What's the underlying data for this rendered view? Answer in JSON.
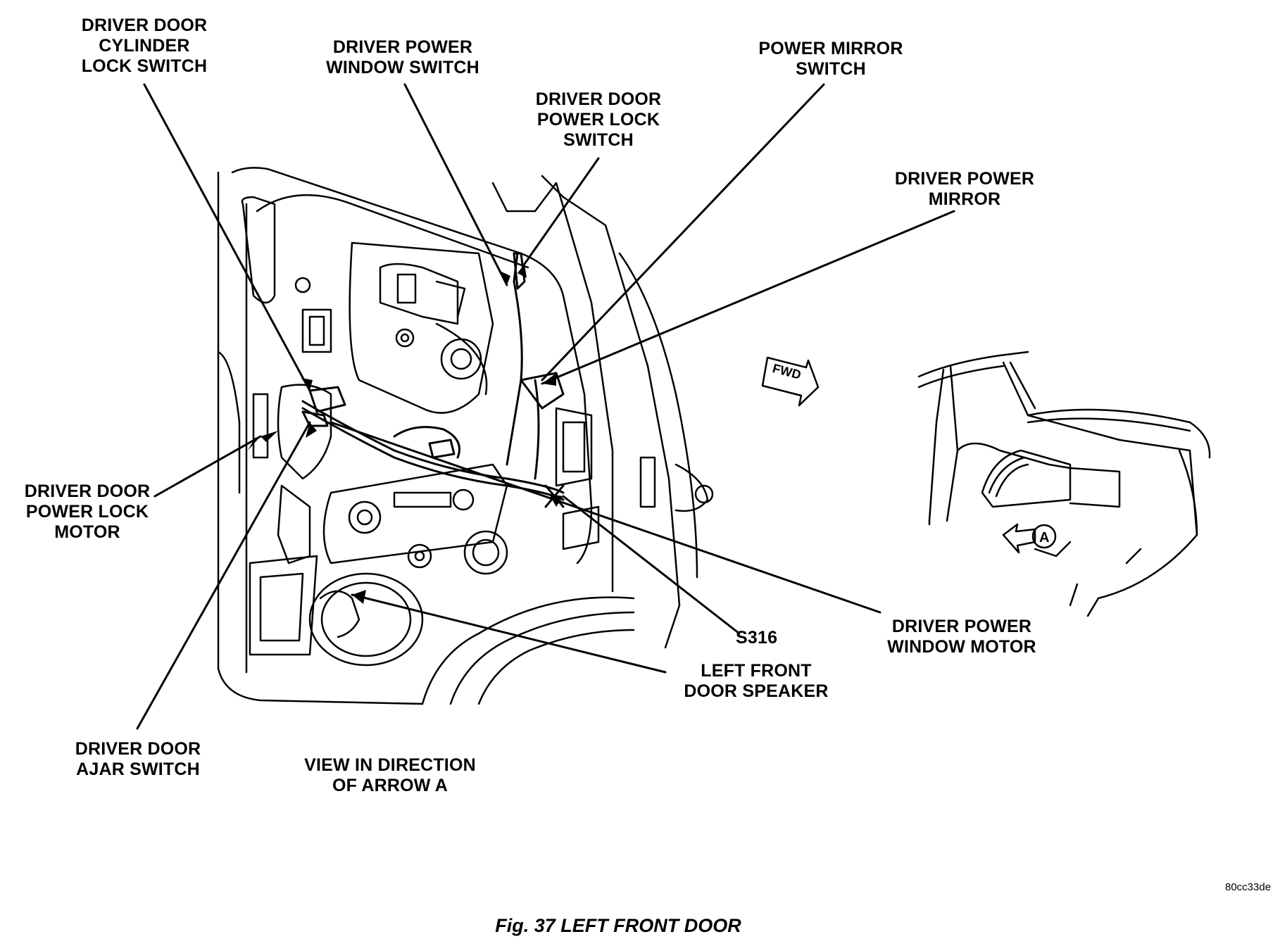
{
  "labels": {
    "cyl_lock": [
      "DRIVER DOOR",
      "CYLINDER",
      "LOCK SWITCH"
    ],
    "pw_switch": [
      "DRIVER POWER",
      "WINDOW SWITCH"
    ],
    "pl_switch": [
      "DRIVER DOOR",
      "POWER LOCK",
      "SWITCH"
    ],
    "mirror_switch": [
      "POWER MIRROR",
      "SWITCH"
    ],
    "power_mirror": [
      "DRIVER POWER",
      "MIRROR"
    ],
    "pl_motor": [
      "DRIVER DOOR",
      "POWER LOCK",
      "MOTOR"
    ],
    "ajar_switch": [
      "DRIVER DOOR",
      "AJAR SWITCH"
    ],
    "view_dir": [
      "VIEW IN DIRECTION",
      "OF ARROW A"
    ],
    "s316": "S316",
    "speaker": [
      "LEFT FRONT",
      "DOOR SPEAKER"
    ],
    "window_motor": [
      "DRIVER POWER",
      "WINDOW MOTOR"
    ]
  },
  "fwd_arrow": "FWD",
  "arrow_a": "A",
  "figure_code": "80cc33de",
  "caption": "Fig. 37 LEFT FRONT DOOR"
}
